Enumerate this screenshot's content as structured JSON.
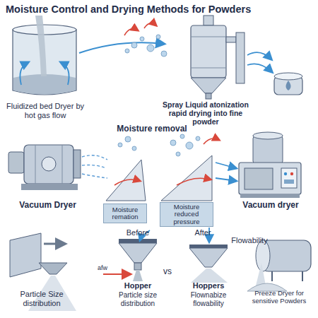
{
  "diagram": {
    "title": "Moisture Control and Drying Methods for Powders",
    "nodes": [
      {
        "text": [
          "Moisture remation"
        ]
      },
      {
        "text": [
          "Moisture reduced pressure"
        ]
      }
    ],
    "labels": [
      "Fluidized bed Dryer by hot gas flow",
      "Spray Liquid atonization rapid drying into fine powder",
      "Moisture removal",
      "Vacuum Dryer",
      "Vacuum dryer",
      "Particle Size distribution",
      "Before",
      "After",
      "afw",
      "vs",
      "Flowability",
      "Hopper",
      "Particle size distribution",
      "Hoppers",
      "Flownabize flowability",
      "Preeze Dryer for sensitive Powders"
    ]
  }
}
